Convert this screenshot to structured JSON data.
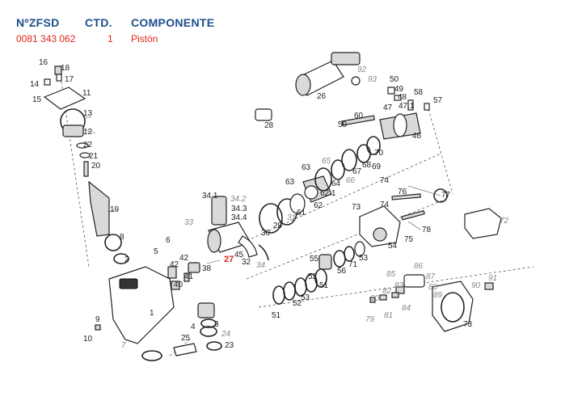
{
  "table": {
    "headers": {
      "code": "NºZFSD",
      "qty": "CTD.",
      "component": "COMPONENTE"
    },
    "row": {
      "code": "0081 343 062",
      "qty": "1",
      "component": "Pistón"
    }
  },
  "diagram": {
    "highlight_color": "#e2231a",
    "header_color": "#1f4e8c",
    "labels": [
      "16",
      "18",
      "17",
      "14",
      "15",
      "11",
      "13",
      "12",
      "22",
      "21",
      "20",
      "19",
      "8",
      "2",
      "6",
      "5",
      "42",
      "42",
      "40",
      "41",
      "38",
      "1",
      "9",
      "10",
      "3",
      "4",
      "25",
      "23",
      "24",
      "7",
      "33",
      "34.1",
      "34.2",
      "34.3",
      "34.4",
      "27",
      "45",
      "32",
      "34",
      "30",
      "29",
      "31",
      "61",
      "62",
      "62.1",
      "63",
      "63",
      "64",
      "65",
      "66",
      "67",
      "68",
      "69",
      "70",
      "28",
      "26",
      "92",
      "93",
      "59",
      "60",
      "46",
      "50",
      "49",
      "48",
      "47",
      "47.1",
      "58",
      "57",
      "74",
      "76",
      "77",
      "74",
      "75",
      "78",
      "72",
      "73",
      "54",
      "55",
      "56",
      "71",
      "53",
      "52",
      "51",
      "51",
      "52",
      "53",
      "85",
      "86",
      "87",
      "88",
      "89",
      "83",
      "82",
      "80",
      "84",
      "79",
      "81",
      "90",
      "91",
      "73"
    ]
  }
}
